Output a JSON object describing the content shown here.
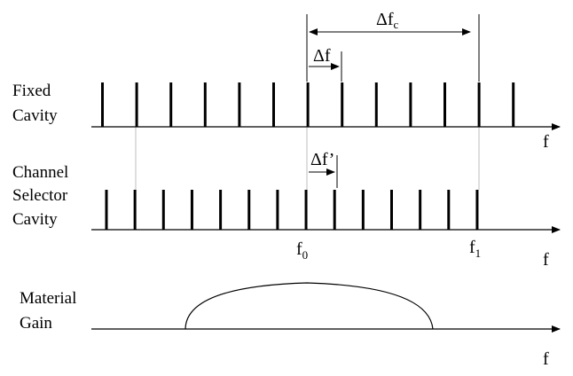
{
  "labels": {
    "fixed_line1": "Fixed",
    "fixed_line2": "Cavity",
    "selector_line1": "Channel",
    "selector_line2": "Selector",
    "selector_line3": "Cavity",
    "gain_line1": "Material",
    "gain_line2": "Gain"
  },
  "axis_symbol": "f",
  "delta_fc": {
    "main": "Δf",
    "sub": "c"
  },
  "delta_f": "Δf",
  "delta_f_prime": "Δf’",
  "f0": {
    "main": "f",
    "sub": "0"
  },
  "f1": {
    "main": "f",
    "sub": "1"
  },
  "fixed_cavity_mode_count": 13,
  "selector_cavity_mode_count": 14,
  "colors": {
    "ink": "#000000",
    "guide": "#bdbdbd"
  }
}
